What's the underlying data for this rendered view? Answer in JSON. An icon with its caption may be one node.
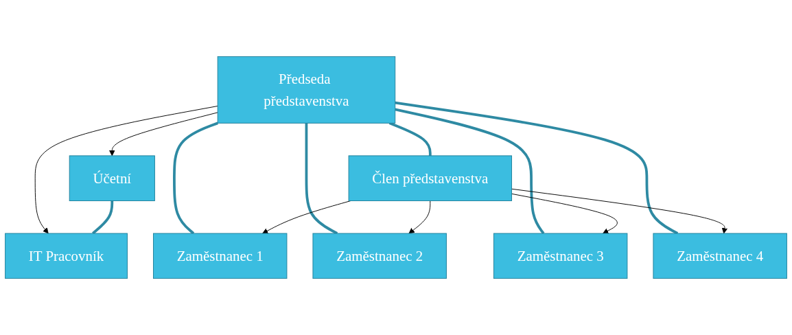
{
  "diagram": {
    "nodes": [
      {
        "text": [
          "Předseda představenstva"
        ]
      },
      {
        "text": [
          "Účetní"
        ]
      },
      {
        "text": [
          "IT Pracovník"
        ]
      },
      {
        "text": [
          "Člen představenstva"
        ]
      },
      {
        "text": [
          "Zaměstnanec 1"
        ]
      },
      {
        "text": [
          "Zaměstnanec 2"
        ]
      },
      {
        "text": [
          "Zaměstnanec 3"
        ]
      },
      {
        "text": [
          "Zaměstnanec 4"
        ]
      }
    ],
    "edges": [
      {
        "from": 0,
        "to": 1,
        "arrow": "to"
      },
      {
        "from": 0,
        "to": 2,
        "arrow": "to"
      },
      {
        "from": 1,
        "to": 2,
        "arrow": "none",
        "style": "thick",
        "color": "#2e8aa3"
      },
      {
        "from": 0,
        "to": 3,
        "arrow": "none",
        "style": "thick",
        "color": "#2e8aa3"
      },
      {
        "from": 0,
        "to": 4,
        "arrow": "none",
        "style": "thick",
        "color": "#2e8aa3"
      },
      {
        "from": 0,
        "to": 5,
        "arrow": "none",
        "style": "thick",
        "color": "#2e8aa3"
      },
      {
        "from": 0,
        "to": 6,
        "arrow": "none",
        "style": "thick",
        "color": "#2e8aa3"
      },
      {
        "from": 0,
        "to": 7,
        "arrow": "none",
        "style": "thick",
        "color": "#2e8aa3"
      },
      {
        "from": 3,
        "to": 4,
        "arrow": "to"
      },
      {
        "from": 3,
        "to": 5,
        "arrow": "to"
      },
      {
        "from": 3,
        "to": 6,
        "arrow": "to"
      },
      {
        "from": 3,
        "to": 7,
        "arrow": "to"
      }
    ]
  }
}
